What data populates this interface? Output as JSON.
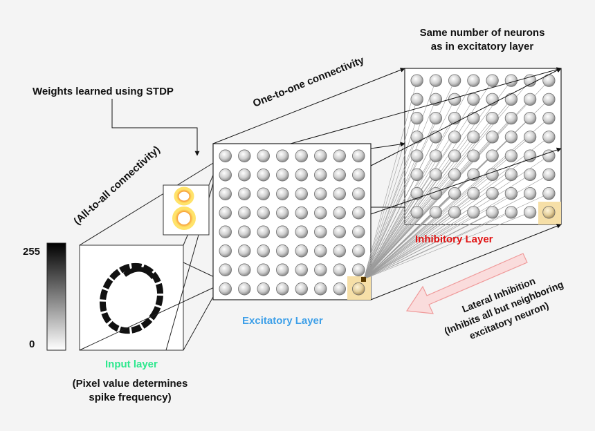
{
  "colorbar": {
    "max_label": "255",
    "min_label": "0"
  },
  "input": {
    "title": "Input layer",
    "caption_line1": "(Pixel value determines",
    "caption_line2": "spike frequency)",
    "title_color": "#2ee88e"
  },
  "excitatory": {
    "title": "Excitatory Layer",
    "title_color": "#3d9fe8",
    "rows": 8,
    "cols": 8
  },
  "inhibitory": {
    "title": "Inhibitory Layer",
    "title_color": "#e11414",
    "rows": 8,
    "cols": 8
  },
  "annotations": {
    "weights": "Weights learned using STDP",
    "all_to_all": "(All-to-all connectivity)",
    "one_to_one": "One-to-one connectivity",
    "same_number_line1": "Same number of neurons",
    "same_number_line2": "as in excitatory layer",
    "lateral_line1": "Lateral Inhibition",
    "lateral_line2": "(Inhibits all but neighboring",
    "lateral_line3": "excitatory neuron)"
  },
  "colors": {
    "highlight": "#f6dfa7",
    "neuron": "#c8c8c8",
    "arrow_fill": "#fadcdc",
    "arrow_stroke": "#ef9a9a"
  }
}
